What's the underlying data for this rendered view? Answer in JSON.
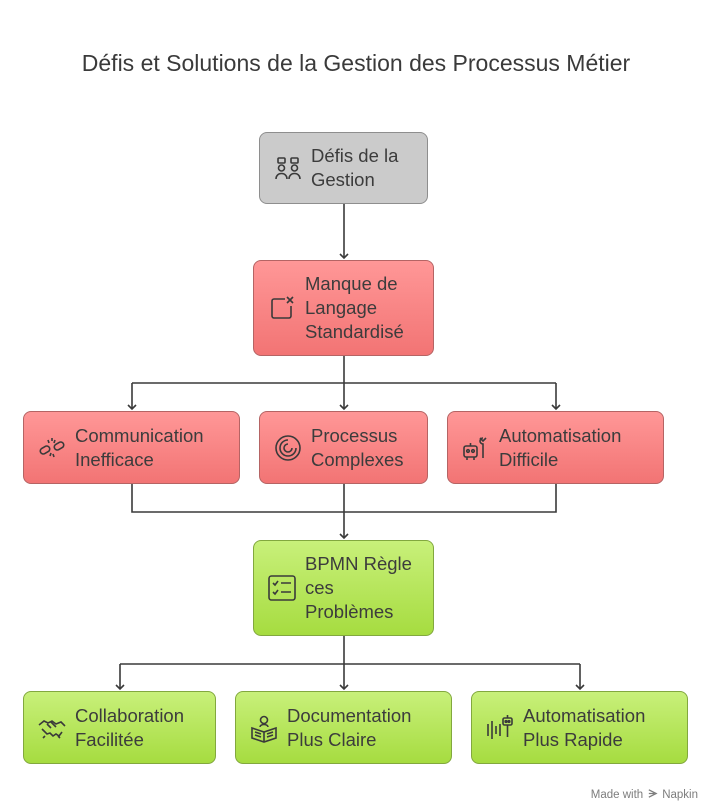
{
  "title": "Défis et Solutions de la Gestion des Processus Métier",
  "nodes": {
    "defis": {
      "line1": "Défis de la",
      "line2": "Gestion",
      "icon": "people-icon"
    },
    "manque": {
      "line1": "Manque de",
      "line2": "Langage",
      "line3": "Standardisé",
      "icon": "cross-square-icon"
    },
    "communication": {
      "line1": "Communication",
      "line2": "Inefficace",
      "icon": "broken-chain-icon"
    },
    "processus": {
      "line1": "Processus",
      "line2": "Complexes",
      "icon": "spiral-icon"
    },
    "automatisation": {
      "line1": "Automatisation",
      "line2": "Difficile",
      "icon": "robot-wrench-icon"
    },
    "bpmn": {
      "line1": "BPMN Règle",
      "line2": "ces",
      "line3": "Problèmes",
      "icon": "checklist-icon"
    },
    "collaboration": {
      "line1": "Collaboration",
      "line2": "Facilitée",
      "icon": "handshake-icon"
    },
    "documentation": {
      "line1": "Documentation",
      "line2": "Plus Claire",
      "icon": "reading-book-icon"
    },
    "rapide": {
      "line1": "Automatisation",
      "line2": "Plus Rapide",
      "icon": "robot-speed-icon"
    }
  },
  "colors": {
    "gray": "#cbcbcb",
    "red": "#f78585",
    "green": "#b5e65a",
    "line": "#3a3a3a"
  },
  "footer": {
    "made_with": "Made with",
    "brand": "Napkin"
  }
}
